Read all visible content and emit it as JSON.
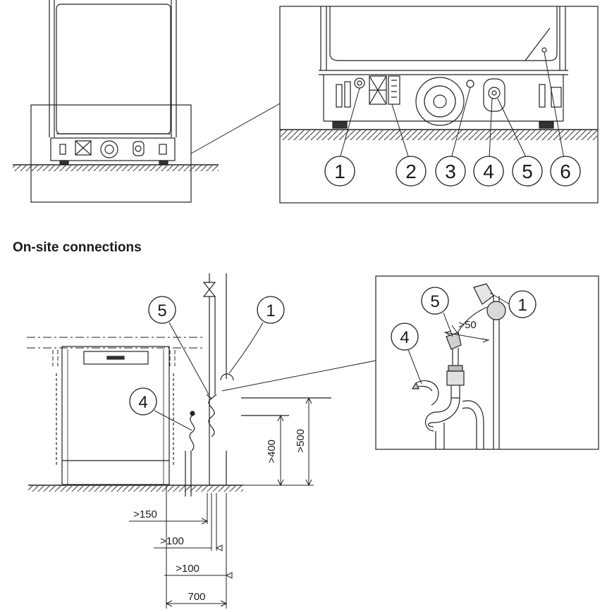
{
  "heading": "On-site connections",
  "detail_callouts": [
    "1",
    "2",
    "3",
    "4",
    "5",
    "6"
  ],
  "site_callouts": {
    "drain_hose": "4",
    "inlet_hose": "5",
    "water_tap": "1"
  },
  "inset_callouts": {
    "inlet": "5",
    "drain": "4",
    "tap": "1",
    "clearance": ">50"
  },
  "dimensions": {
    "height_400": ">400",
    "height_500": ">500",
    "dist_150": ">150",
    "dist_100_a": ">100",
    "dist_100_b": ">100",
    "width_700": "700"
  }
}
